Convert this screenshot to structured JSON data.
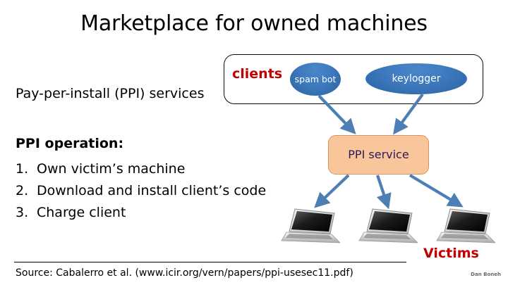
{
  "slide": {
    "title": "Marketplace for owned machines",
    "services_label": "Pay-per-install (PPI) services",
    "operation": {
      "heading": "PPI operation:",
      "steps": [
        {
          "num": "1.",
          "text": "Own victim’s machine"
        },
        {
          "num": "2.",
          "text": "Download and install client’s code"
        },
        {
          "num": "3.",
          "text": "Charge client"
        }
      ]
    },
    "clients_group": {
      "label": "clients",
      "nodes": [
        {
          "label": "spam bot",
          "shape": "ellipse"
        },
        {
          "label": "keylogger",
          "shape": "ellipse"
        }
      ]
    },
    "ppi_service": {
      "label": "PPI service"
    },
    "victims": {
      "label": "Victims",
      "count": 3,
      "icon": "laptop-icon"
    },
    "footer": {
      "source": "Source:  Cabalerro et al.   (www.icir.org/vern/papers/ppi-usesec11.pdf)",
      "credit": "Dan Boneh"
    },
    "colors": {
      "accent_red": "#C00000",
      "ellipse_blue": "#2E6FB0",
      "arrow_blue": "#4E7FB4",
      "service_fill": "#F8C69A",
      "service_text": "#2B1A5C",
      "box_border": "#0D0D0D",
      "background": "#FFFFFF"
    }
  }
}
